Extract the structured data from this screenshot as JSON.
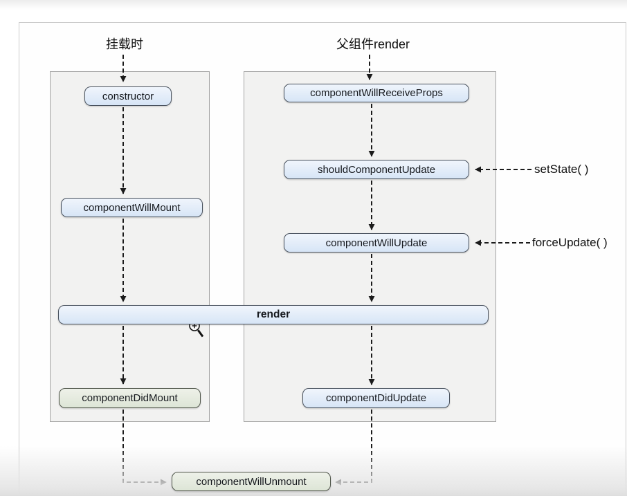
{
  "diagram": {
    "title_mount": "挂载时",
    "title_parent_render": "父组件render",
    "nodes": {
      "constructor": "constructor",
      "componentWillMount": "componentWillMount",
      "componentWillReceiveProps": "componentWillReceiveProps",
      "shouldComponentUpdate": "shouldComponentUpdate",
      "componentWillUpdate": "componentWillUpdate",
      "render": "render",
      "componentDidMount": "componentDidMount",
      "componentDidUpdate": "componentDidUpdate",
      "componentWillUnmount": "componentWillUnmount"
    },
    "annotations": {
      "setState": "setState( )",
      "forceUpdate": "forceUpdate( )"
    },
    "icons": {
      "zoom_cursor": "zoom-in-magnifier"
    },
    "colors": {
      "node_blue_fill": "#d7e5f6",
      "node_green_fill": "#dde5d6",
      "node_border": "#49525e",
      "column_bg": "#f2f2f1",
      "column_border": "#a2a2a2",
      "frame_border": "#cbcbcb",
      "arrow": "#1b1b1b"
    }
  }
}
